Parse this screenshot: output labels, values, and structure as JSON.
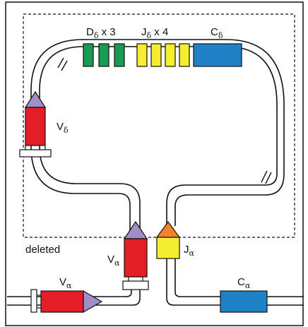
{
  "colors": {
    "v_segment": "#e41e26",
    "v_leader": "#9e8fc7",
    "d_segment": "#1a9b55",
    "j_delta_segment": "#f5ee30",
    "c_segment": "#1f82c7",
    "j_alpha_segment": "#f5ee30",
    "j_alpha_leader": "#f0822a",
    "outline": "#111111"
  },
  "labels": {
    "d_delta": {
      "base": "D",
      "sub": "δ",
      "suffix": " x 3"
    },
    "j_delta": {
      "base": "J",
      "sub": "δ",
      "suffix": " x 4"
    },
    "c_delta": {
      "base": "C",
      "sub": "δ"
    },
    "v_delta": {
      "base": "V",
      "sub": "δ"
    },
    "deleted": "deleted",
    "v_alpha_upper": {
      "base": "V",
      "sub": "α"
    },
    "j_alpha": {
      "base": "J",
      "sub": "α"
    },
    "v_alpha_lower": {
      "base": "V",
      "sub": "α"
    },
    "c_alpha": {
      "base": "C",
      "sub": "α"
    }
  }
}
